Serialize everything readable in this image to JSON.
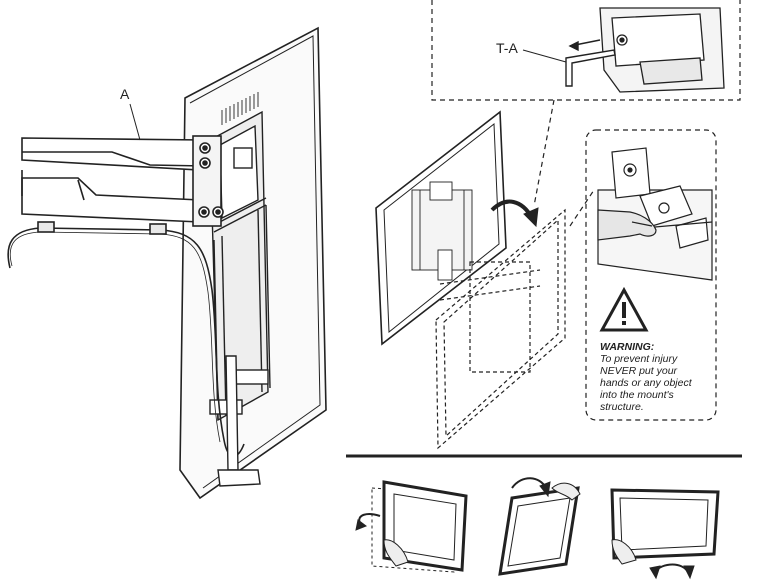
{
  "labels": {
    "arm_label": "A",
    "tool_label": "T-A"
  },
  "warning": {
    "title": "WARNING:",
    "lines": [
      "To prevent injury",
      "NEVER put your",
      "hands or any object",
      "into the mount's",
      "structure."
    ]
  },
  "icons": [
    "warning-triangle-icon",
    "rotate-arrow-icon"
  ],
  "colors": {
    "line": "#222222",
    "fill_light": "#f2f2f2",
    "fill_mid": "#d9d9d9"
  }
}
